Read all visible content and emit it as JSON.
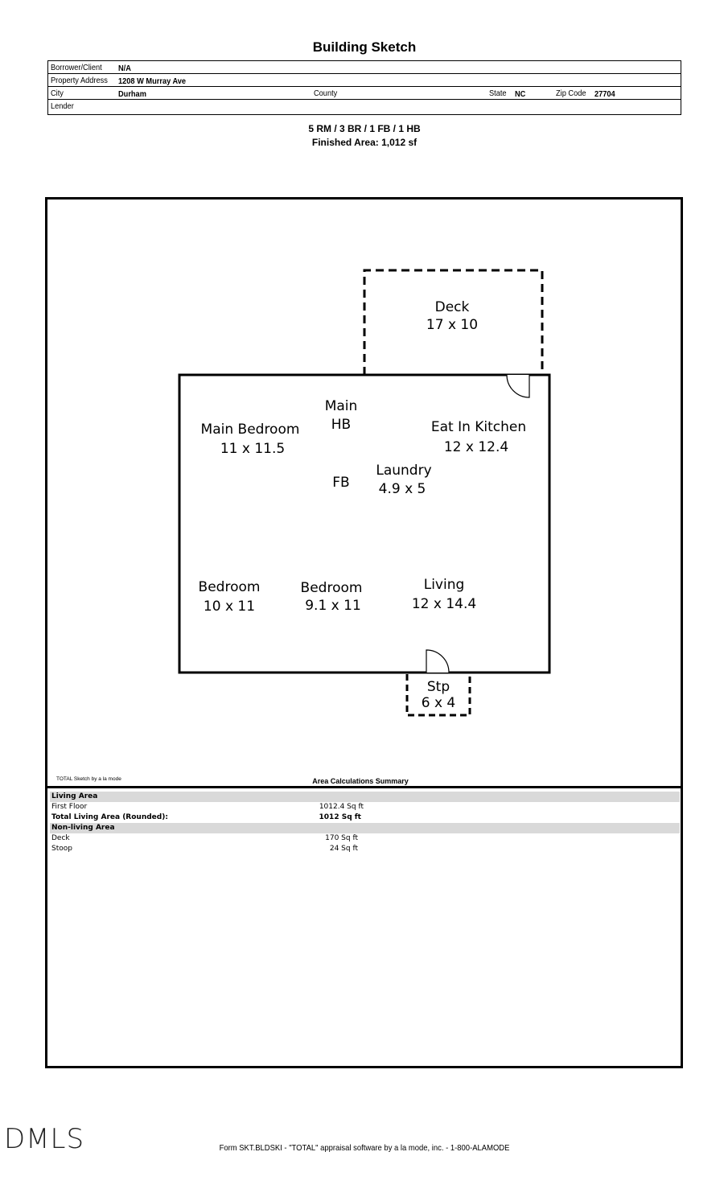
{
  "header": {
    "title": "Building Sketch"
  },
  "info": {
    "borrower_label": "Borrower/Client",
    "borrower_value": "N/A",
    "address_label": "Property Address",
    "address_value": "1208 W Murray Ave",
    "city_label": "City",
    "city_value": "Durham",
    "county_label": "County",
    "county_value": "",
    "state_label": "State",
    "state_value": "NC",
    "zip_label": "Zip Code",
    "zip_value": "27704",
    "lender_label": "Lender",
    "lender_value": ""
  },
  "summary": {
    "rooms": "5 RM / 3 BR / 1 FB / 1 HB",
    "finished_area": "Finished Area: 1,012 sf"
  },
  "rooms": {
    "deck": [
      "Deck",
      "17 x 10"
    ],
    "main_bedroom": [
      "Main Bedroom",
      "11 x 11.5"
    ],
    "main_hb": [
      "Main",
      "HB"
    ],
    "kitchen": [
      "Eat In Kitchen",
      "12 x 12.4"
    ],
    "fb": "FB",
    "laundry": [
      "Laundry",
      "4.9 x 5"
    ],
    "bedroom_1": [
      "Bedroom",
      "10 x 11"
    ],
    "bedroom_2": [
      "Bedroom",
      "9.1 x 11"
    ],
    "living": [
      "Living",
      "12 x 14.4"
    ],
    "stoop": [
      "Stp",
      "6 x 4"
    ]
  },
  "calc": {
    "credit": "TOTAL Sketch by a la mode",
    "title": "Area Calculations Summary",
    "living_area_header": "Living Area",
    "first_floor_label": "First Floor",
    "first_floor_value": "1012.4 Sq ft",
    "total_label": "Total Living Area (Rounded):",
    "total_value": "1012 Sq ft",
    "non_living_header": "Non-living Area",
    "deck_label": "Deck",
    "deck_value": "170 Sq ft",
    "stoop_label": "Stoop",
    "stoop_value": "24 Sq ft"
  },
  "footer": {
    "logo": "DMLS",
    "text": "Form SKT.BLDSKI - \"TOTAL\" appraisal software by a la mode, inc. - 1-800-ALAMODE"
  }
}
